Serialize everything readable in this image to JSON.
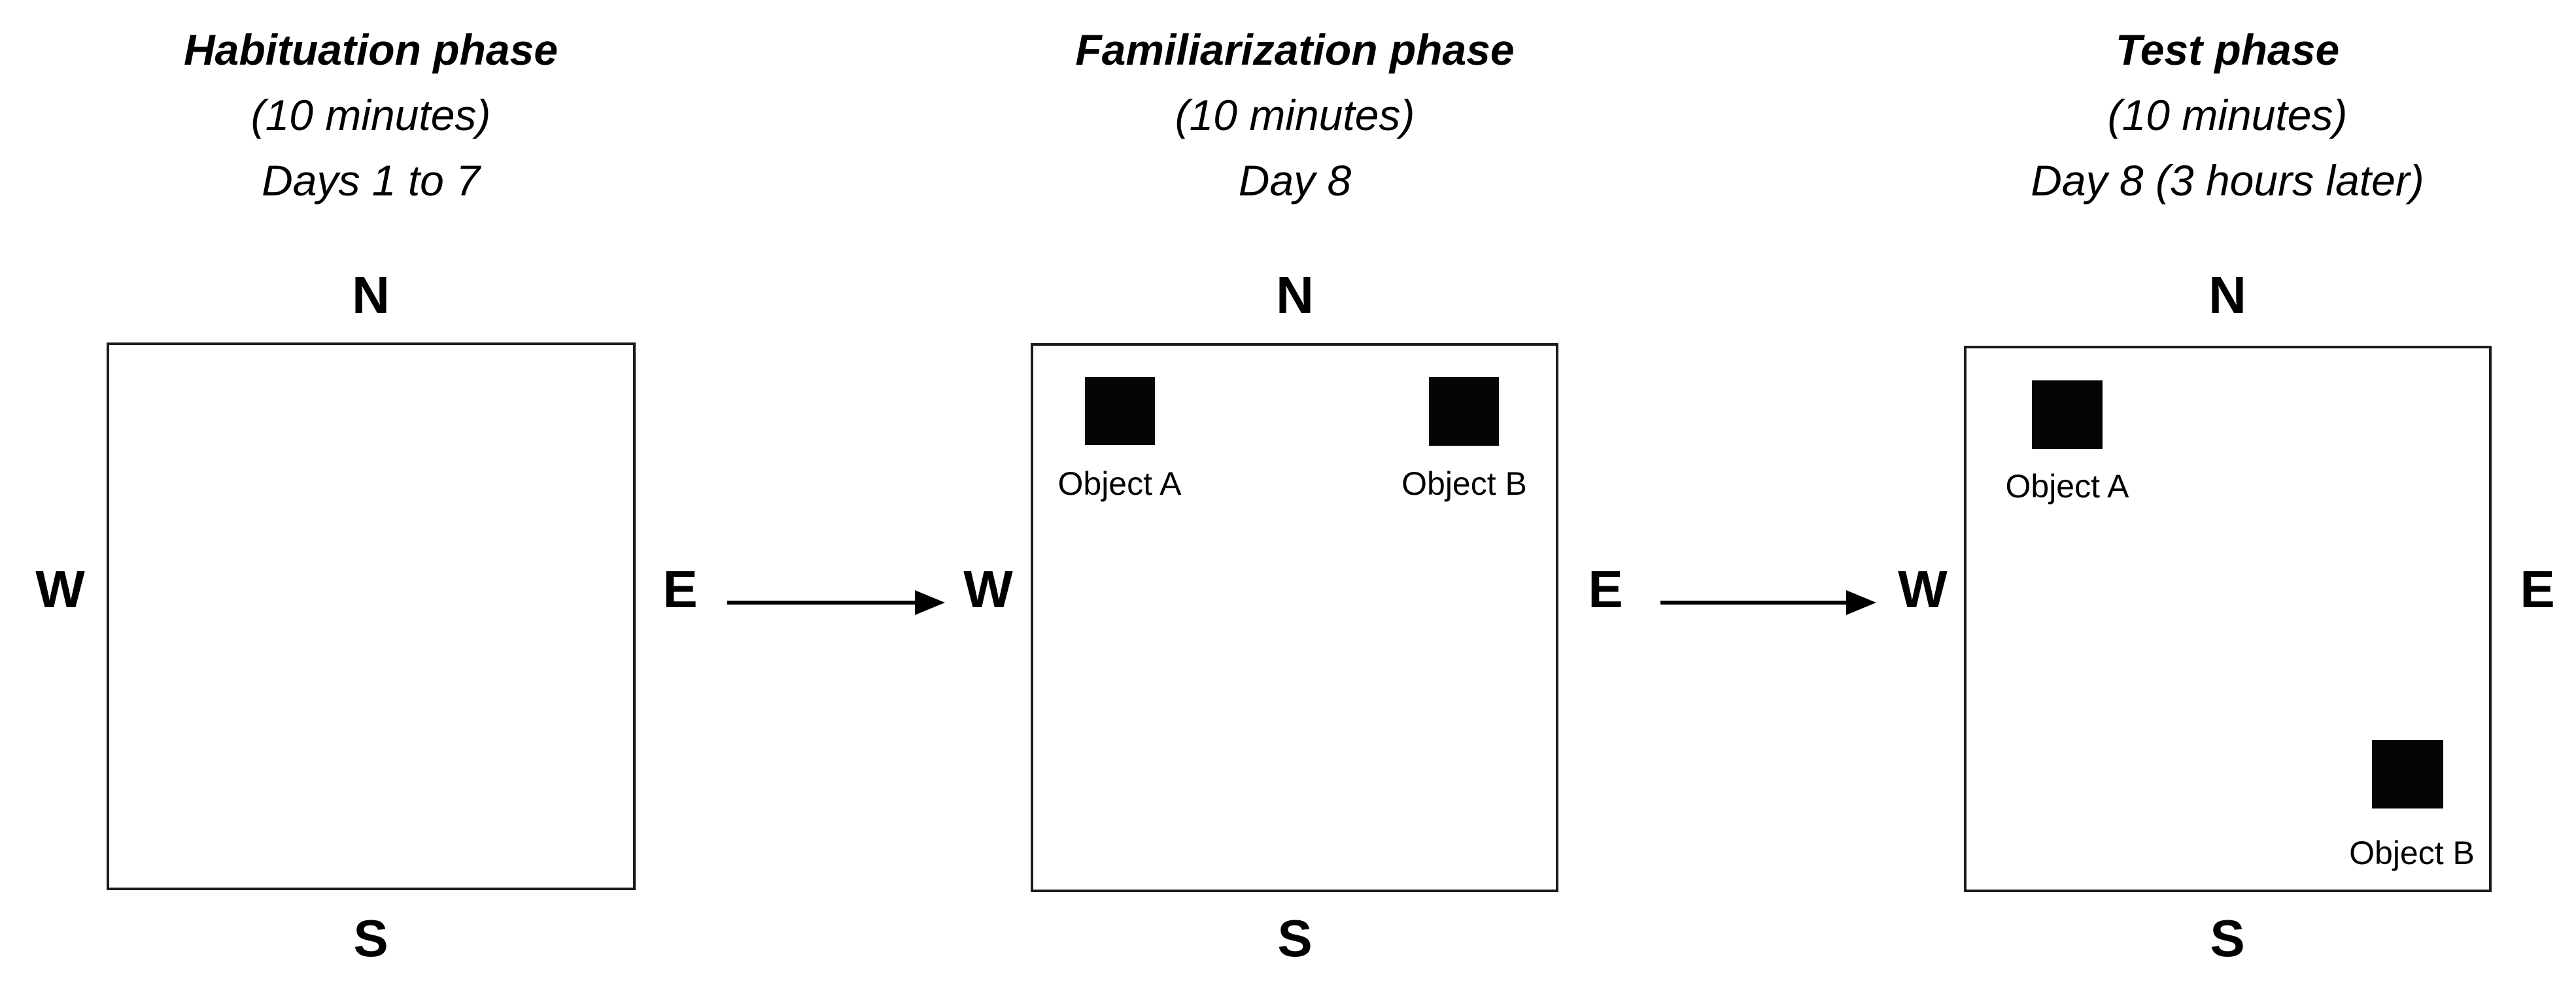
{
  "figure": {
    "background_color": "#ffffff",
    "ink_color": "#000000",
    "object_color": "#050505"
  },
  "compass": {
    "north": "N",
    "south": "S",
    "west": "W",
    "east": "E"
  },
  "phases": [
    {
      "name": "Habituation phase",
      "duration": "(10 minutes)",
      "timing": "Days 1 to 7",
      "objects": []
    },
    {
      "name": "Familiarization phase",
      "duration": "(10 minutes)",
      "timing": "Day 8",
      "objects": [
        {
          "label": "Object A"
        },
        {
          "label": "Object B"
        }
      ]
    },
    {
      "name": "Test phase",
      "duration": "(10 minutes)",
      "timing": "Day 8 (3 hours later)",
      "objects": [
        {
          "label": "Object A"
        },
        {
          "label": "Object B"
        }
      ]
    }
  ]
}
